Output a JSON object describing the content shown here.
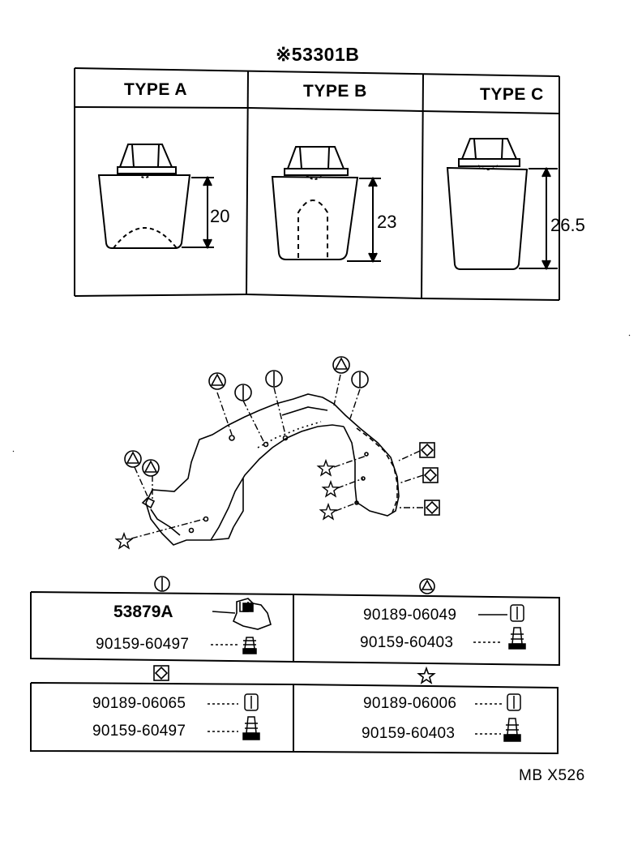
{
  "header": {
    "title": "※53301B"
  },
  "clip_types": [
    {
      "label": "TYPE A",
      "height": "20"
    },
    {
      "label": "TYPE B",
      "height": "23"
    },
    {
      "label": "TYPE C",
      "height": "26.5"
    }
  ],
  "legend": {
    "groups": [
      {
        "symbol": "circle-bar",
        "parts": [
          "53879A",
          "90159-60497"
        ]
      },
      {
        "symbol": "circle-triangle",
        "parts": [
          "90189-06049",
          "90159-60403"
        ]
      },
      {
        "symbol": "square-diamond",
        "parts": [
          "90189-06065",
          "90159-60497"
        ]
      },
      {
        "symbol": "star",
        "parts": [
          "90189-06006",
          "90159-60403"
        ]
      }
    ]
  },
  "footer": {
    "code": "MB X526"
  }
}
